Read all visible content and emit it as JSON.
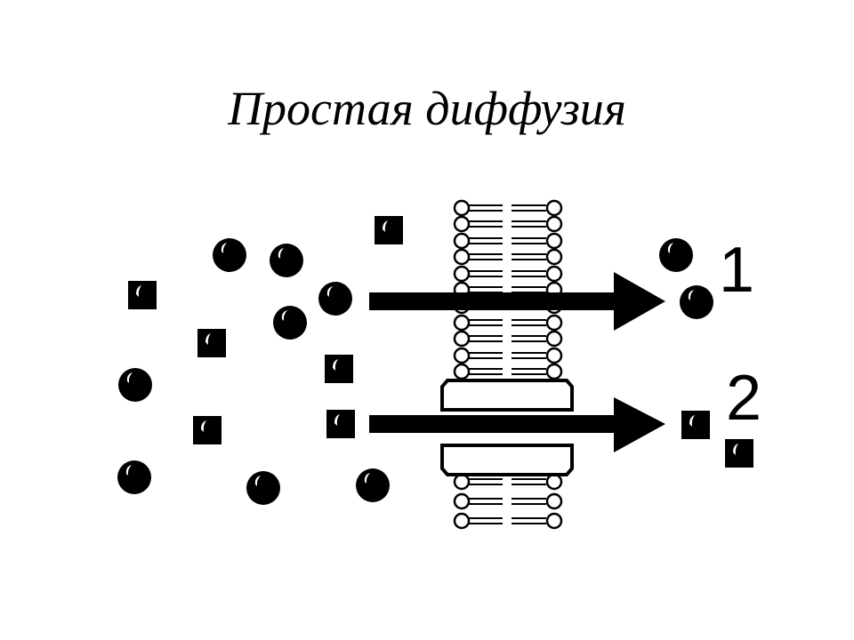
{
  "title": "Простая диффузия",
  "labels": {
    "path_1": "1",
    "path_2": "2"
  }
}
